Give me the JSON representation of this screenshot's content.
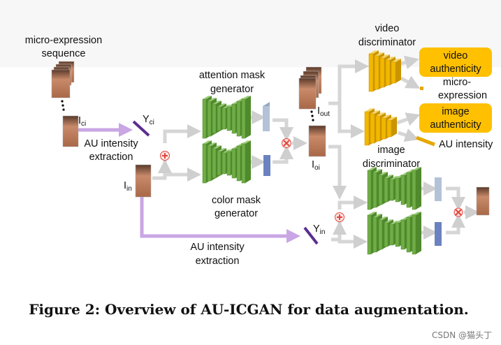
{
  "labels": {
    "micro_expression_sequence_l1": "micro-expression",
    "micro_expression_sequence_l2": "sequence",
    "i_ci": "I",
    "i_ci_sub": "ci",
    "y_ci": "Y",
    "y_ci_sub": "ci",
    "au_extraction_top_l1": "AU intensity",
    "au_extraction_top_l2": "extraction",
    "i_in": "I",
    "i_in_sub": "in",
    "attention_gen_l1": "attention mask",
    "attention_gen_l2": "generator",
    "color_gen_l1": "color mask",
    "color_gen_l2": "generator",
    "i_out": "I",
    "i_out_sub": "out",
    "i_oi": "I",
    "i_oi_sub": "oi",
    "video_disc_l1": "video",
    "video_disc_l2": "discriminator",
    "image_disc_l1": "image",
    "image_disc_l2": "discriminator",
    "video_auth_l1": "video",
    "video_auth_l2": "authenticity",
    "image_auth_l1": "image",
    "image_auth_l2": "authenticity",
    "micro_expression_out_l1": "micro-",
    "micro_expression_out_l2": "expression",
    "au_intensity_out": "AU intensity",
    "y_in": "Y",
    "y_in_sub": "in",
    "au_extraction_bottom_l1": "AU intensity",
    "au_extraction_bottom_l2": "extraction"
  },
  "caption": "Figure 2: Overview of AU-ICGAN for data augmentation.",
  "watermark": "CSDN @猫头丁",
  "colors": {
    "generator_green": "#70ad47",
    "discriminator_gold": "#f2b800",
    "output_box_yellow": "#ffc000",
    "au_extraction_purple": "#c9a6e4",
    "y_marker_purple": "#5b2d90",
    "flow_gray": "#d6d6d6",
    "attention_mask_block": "#b4c2d8",
    "color_mask_block": "#6b82c0",
    "combine_red": "#e0463c"
  }
}
